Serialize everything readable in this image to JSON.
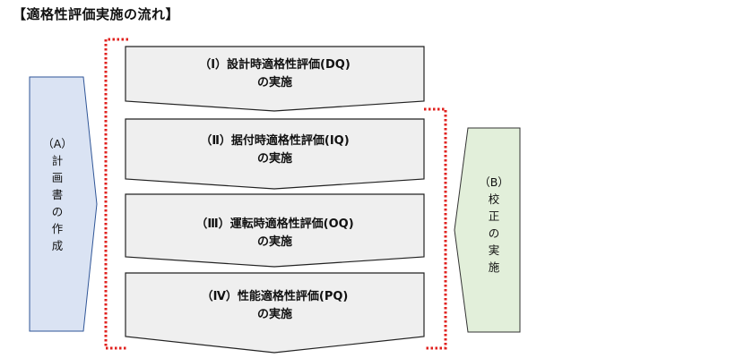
{
  "title": "【適格性評価実施の流れ】",
  "colors": {
    "chevron_fill": "#efefef",
    "chevron_stroke": "#222222",
    "left_arrow_fill": "#dae3f3",
    "left_arrow_stroke": "#2f5597",
    "right_arrow_fill": "#e2efda",
    "right_arrow_stroke": "#333333",
    "bracket": "#e0201d"
  },
  "steps": [
    {
      "line1": "（Ⅰ）設計時適格性評価(DQ)",
      "line2": "の実施"
    },
    {
      "line1": "（Ⅱ）据付時適格性評価(IQ)",
      "line2": "の実施"
    },
    {
      "line1": "（Ⅲ）運転時適格性評価(OQ)",
      "line2": "の実施"
    },
    {
      "line1": "（Ⅳ）性能適格性評価(PQ)",
      "line2": "の実施"
    }
  ],
  "left_arrow": {
    "label": "（A）",
    "chars": [
      "計",
      "画",
      "書",
      "の",
      "作",
      "成"
    ]
  },
  "right_arrow": {
    "label": "（B）",
    "chars": [
      "校",
      "正",
      "の",
      "実",
      "施"
    ]
  }
}
